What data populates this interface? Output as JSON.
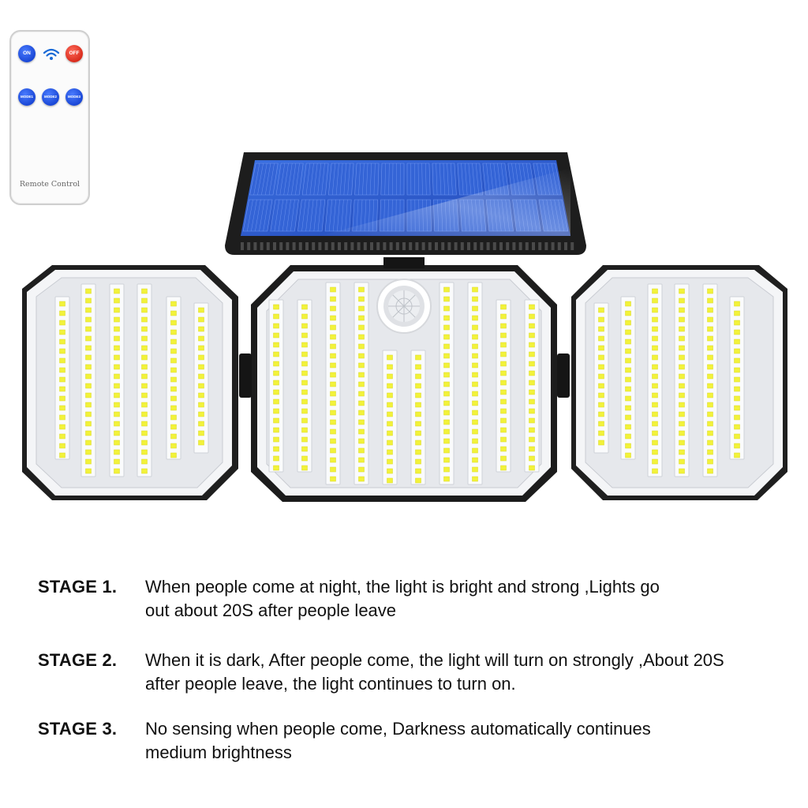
{
  "remote": {
    "on_label": "ON",
    "off_label": "OFF",
    "mode_labels": [
      "MODE1",
      "MODE2",
      "MODE3"
    ],
    "label": "Remote Control",
    "icons": [
      "wifi-signal-icon"
    ],
    "colors": {
      "on": "#1a47d6",
      "off": "#d92b1c",
      "mode": "#1a47d6"
    }
  },
  "product": {
    "parts": [
      "solar-panel",
      "left-light-head",
      "center-light-head",
      "right-light-head",
      "motion-sensor"
    ],
    "colors": {
      "panel": "#2f5fd0",
      "frame": "#1b1b1b",
      "led": "#f5f53a"
    }
  },
  "stages": [
    {
      "label": "STAGE 1.",
      "lines": [
        "When people come at night, the light is bright and strong ,Lights go",
        "out about 20S after people leave"
      ]
    },
    {
      "label": "STAGE 2.",
      "lines": [
        "When it is dark, After people come, the light will turn on strongly ,About 20S",
        "after people leave, the light continues to turn on."
      ]
    },
    {
      "label": "STAGE 3.",
      "lines": [
        "No sensing when people come, Darkness automatically continues",
        "medium brightness"
      ]
    }
  ]
}
